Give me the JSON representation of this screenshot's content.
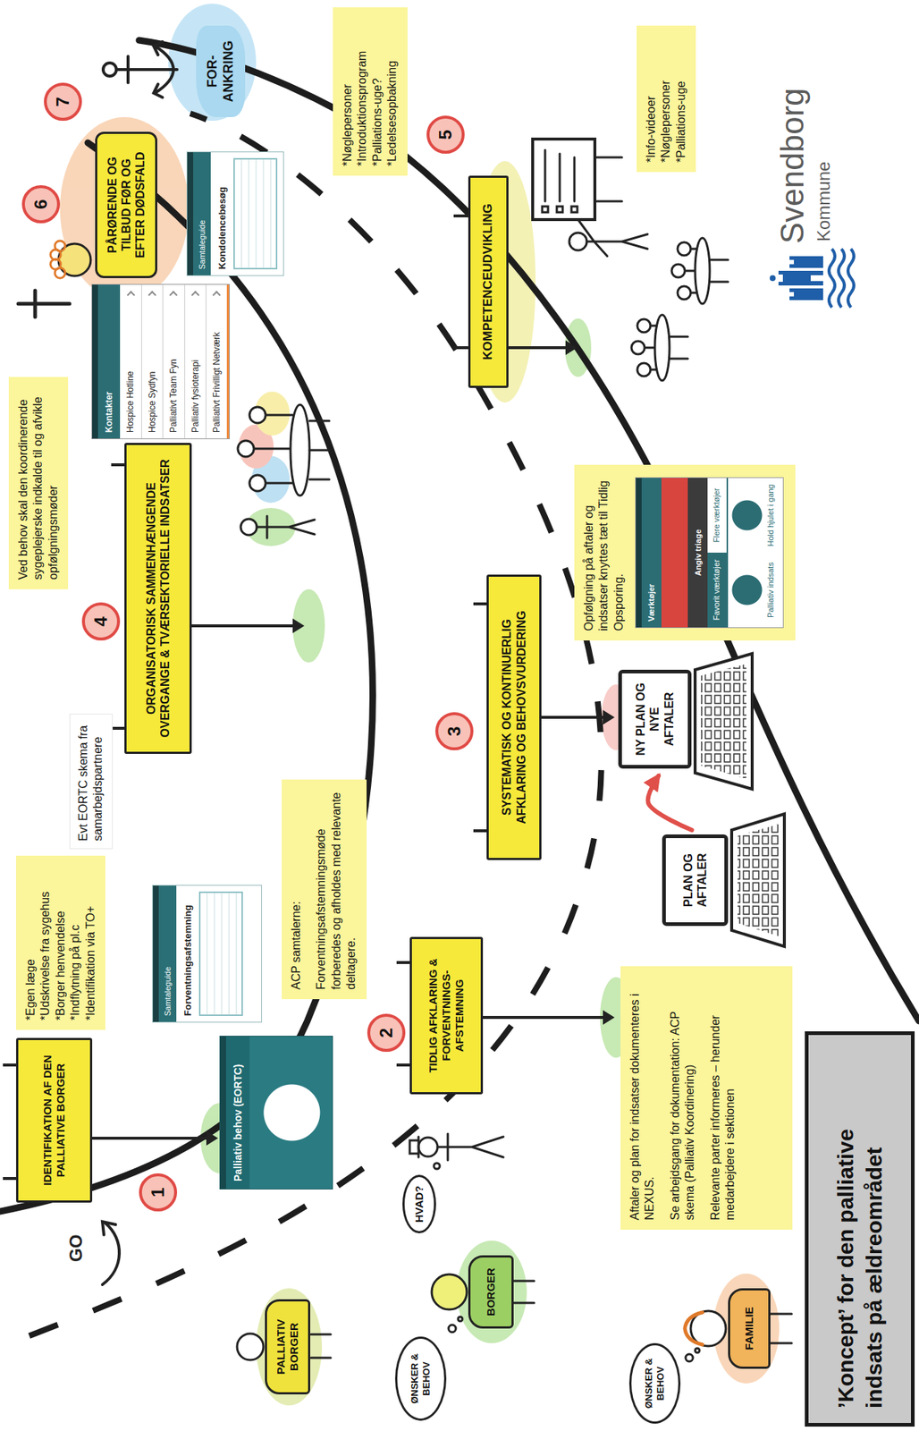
{
  "diagram": {
    "title": "’Koncept’ for den palliative indsats på ældreområdet",
    "nodes": [
      {
        "text": [
          "PALLIATIV BORGER"
        ]
      },
      {
        "text": [
          "ØNSKER & BEHOV"
        ]
      },
      {
        "text": [
          "BORGER"
        ]
      },
      {
        "text": [
          "HVAD?"
        ]
      },
      {
        "text": [
          "ØNSKER & BEHOV"
        ]
      },
      {
        "text": [
          "FAMILIE"
        ]
      },
      {
        "text": [
          "IDENTIFIKATION AF DEN PALLIATIVE BORGER"
        ]
      },
      {
        "text": [
          "1"
        ]
      },
      {
        "text": [
          "*Egen læge",
          "*Udskrivelse fra sygehus",
          "*Borger henvendelse",
          "*Indflytning på pl.c",
          "*Identifikation via TO+"
        ]
      },
      {
        "text": [
          "Evt EORTC skema fra samarbejdspartnere"
        ]
      },
      {
        "text": [
          "Palliativ behov (EORTC)"
        ]
      },
      {
        "text": [
          "Samtaleguide",
          "Forventningsafstemning"
        ]
      },
      {
        "text": [
          "ACP samtalerne:",
          "Forventningsafstemningsmøde forberedes og afholdes med relevante deltagere."
        ]
      },
      {
        "text": [
          "2"
        ]
      },
      {
        "text": [
          "TIDLIG AFKLARING & FORVENTNINGS-AFSTEMNING"
        ]
      },
      {
        "text": [
          "Aftaler og plan for indsatser dokumenteres i NEXUS.",
          "Se arbejdsgang for dokumentation: ACP skema (Palliativ Koordinering)",
          "Relevante parter informeres – herunder medarbejdere i sektionen"
        ]
      },
      {
        "text": [
          "PLAN OG AFTALER"
        ]
      },
      {
        "text": [
          "NY PLAN OG NYE AFTALER"
        ]
      },
      {
        "text": [
          "3"
        ]
      },
      {
        "text": [
          "SYSTEMATISK OG KONTINUERLIG AFKLARING OG BEHOVSVURDERING"
        ]
      },
      {
        "text": [
          "Opfølgning på aftaler og indsatser knyttes tæt til Tidlig Opsporing."
        ]
      },
      {
        "text": [
          "Værktøjer",
          "Angiv triage",
          "Favorit værktøjer",
          "Flere værktøjer",
          "Palliativ indsats",
          "Hold hjulet i gang"
        ],
        "in": 20
      },
      {
        "text": [
          "4"
        ]
      },
      {
        "text": [
          "ORGANISATORISK SAMMENHÆNGENDE OVERGANGE & TVÆRSEKTORIELLE INDSATSER"
        ]
      },
      {
        "text": [
          "Ved behov skal den koordinerende sygeplejerske indkalde til og afvikle opfølgningsmøder"
        ]
      },
      {
        "text": [
          "Kontakter",
          "Hospice Hotline",
          "Hospice Sydfyn",
          "Palliativt Team Fyn",
          "Palliativ fysioterapi",
          "Palliativt Frivilligt Netværk"
        ]
      },
      {
        "text": [
          "6"
        ]
      },
      {
        "text": [
          "PÅRØRENDE OG TILBUD FØR OG EFTER DØDSFALD"
        ]
      },
      {
        "text": [
          "Samtaleguide",
          "Kondolencebesøg"
        ]
      },
      {
        "text": [
          "7"
        ]
      },
      {
        "text": [
          "FOR-ANKRING"
        ]
      },
      {
        "text": [
          "*Nøglepersoner",
          "*Introduktionsprogram",
          "*Palliations-uge?",
          "*Ledelsesopbakning"
        ]
      },
      {
        "text": [
          "5"
        ]
      },
      {
        "text": [
          "KOMPETENCEUDVIKLING"
        ]
      },
      {
        "text": [
          "*Info-videoer",
          "*Nøglepersoner",
          "*Palliations-uge"
        ]
      }
    ],
    "edges": [
      {
        "from": 16,
        "to": 17,
        "arrow": "to"
      }
    ],
    "labels": [
      "GO",
      "Svendborg",
      "Kommune"
    ]
  }
}
